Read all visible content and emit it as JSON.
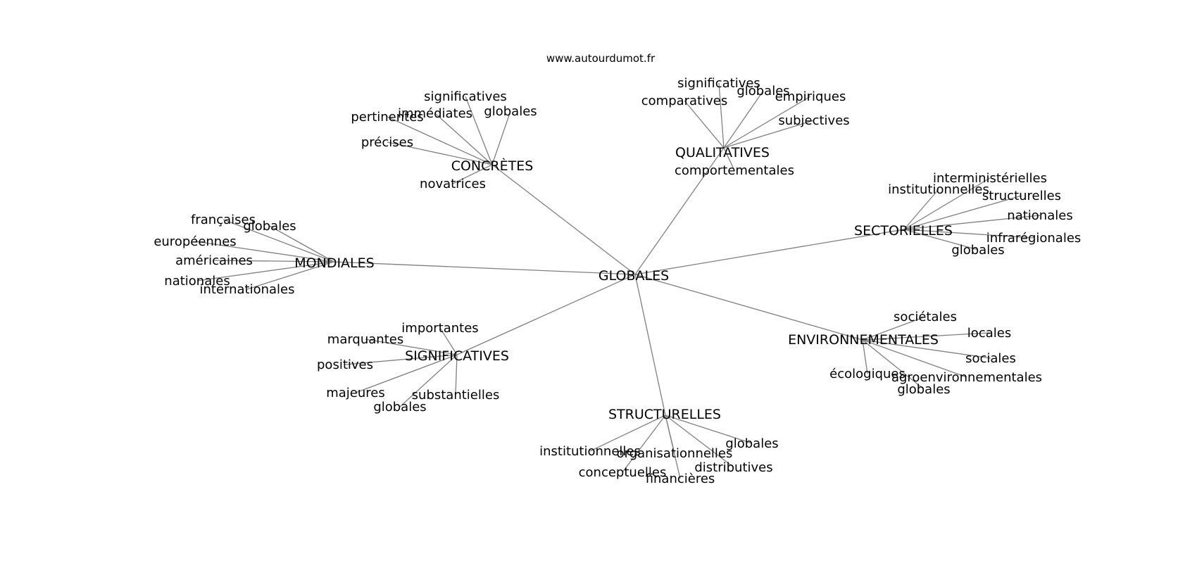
{
  "title": "www.autourdumot.fr",
  "center": "GLOBALES",
  "branches": [
    {
      "label": "CONCRÈTES",
      "leaves": [
        "significatives",
        "pertinentes",
        "immédiates",
        "globales",
        "précises",
        "novatrices"
      ]
    },
    {
      "label": "QUALITATIVES",
      "leaves": [
        "significatives",
        "comparatives",
        "globales",
        "empiriques",
        "subjectives",
        "comportementales"
      ]
    },
    {
      "label": "SECTORIELLES",
      "leaves": [
        "interministérielles",
        "institutionnelles",
        "structurelles",
        "nationales",
        "infrarégionales",
        "globales"
      ]
    },
    {
      "label": "MONDIALES",
      "leaves": [
        "françaises",
        "globales",
        "européennes",
        "américaines",
        "nationales",
        "internationales"
      ]
    },
    {
      "label": "SIGNIFICATIVES",
      "leaves": [
        "importantes",
        "marquantes",
        "positives",
        "majeures",
        "substantielles",
        "globales"
      ]
    },
    {
      "label": "ENVIRONNEMENTALES",
      "leaves": [
        "sociétales",
        "locales",
        "sociales",
        "écologiques",
        "agroenvironnementales",
        "globales"
      ]
    },
    {
      "label": "STRUCTURELLES",
      "leaves": [
        "globales",
        "institutionnelles",
        "organisationnelles",
        "distributives",
        "conceptuelles",
        "financières"
      ]
    }
  ]
}
